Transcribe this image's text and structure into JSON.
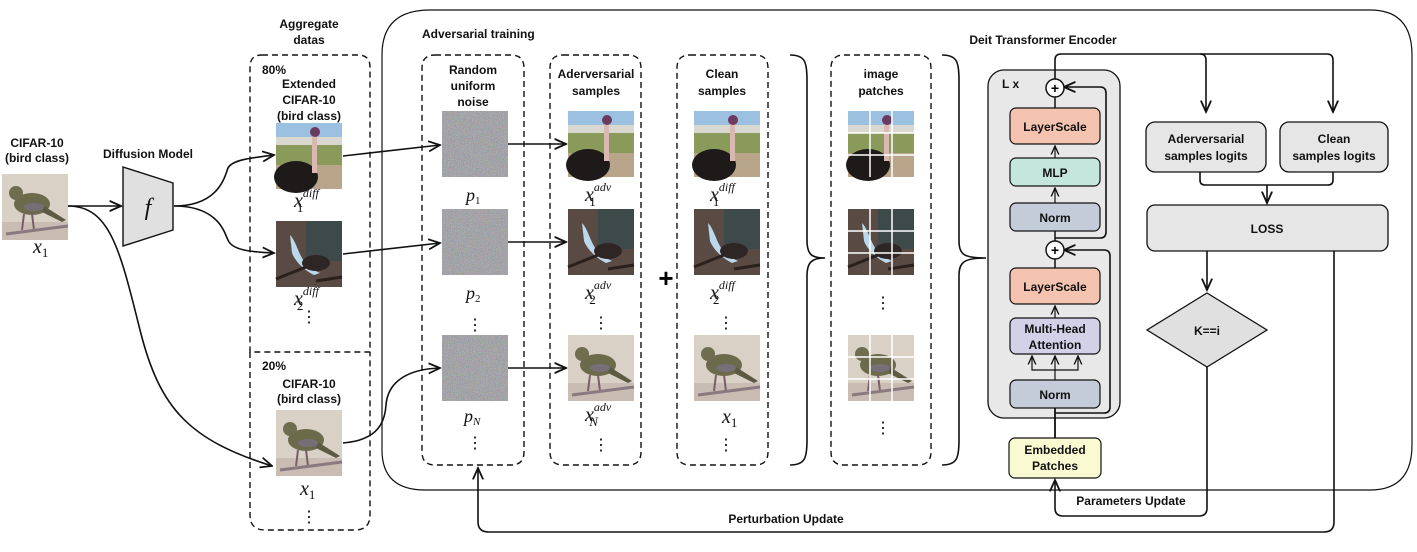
{
  "input": {
    "title_line1": "CIFAR-10",
    "title_line2": "(bird class)",
    "var": "x",
    "var_sub": "1"
  },
  "diffusion": {
    "title": "Diffusion Model",
    "symbol": "f"
  },
  "aggregate": {
    "title_line1": "Aggregate",
    "title_line2": "datas",
    "top": {
      "percent": "80%",
      "title_line1": "Extended",
      "title_line2": "CIFAR-10",
      "title_line3": "(bird class)",
      "items": [
        {
          "var": "x",
          "sub": "1",
          "sup": "diff"
        },
        {
          "var": "x",
          "sub": "2",
          "sup": "diff"
        }
      ]
    },
    "bottom": {
      "percent": "20%",
      "title_line1": "CIFAR-10",
      "title_line2": "(bird class)",
      "items": [
        {
          "var": "x",
          "sub": "1",
          "sup": ""
        }
      ]
    }
  },
  "adversarial_training": {
    "title": "Adversarial training",
    "noise": {
      "title_line1": "Random",
      "title_line2": "uniform",
      "title_line3": "noise",
      "items": [
        {
          "var": "p",
          "sub": "1"
        },
        {
          "var": "p",
          "sub": "2"
        },
        {
          "var": "p",
          "sub": "N"
        }
      ]
    },
    "adv_samples": {
      "title_line1": "Aderversarial",
      "title_line2": "samples",
      "items": [
        {
          "var": "x",
          "sub": "1",
          "sup": "adv"
        },
        {
          "var": "x",
          "sub": "2",
          "sup": "adv"
        },
        {
          "var": "x",
          "sub": "N",
          "sup": "adv"
        }
      ]
    },
    "plus": "+",
    "clean_samples": {
      "title_line1": "Clean",
      "title_line2": "samples",
      "items": [
        {
          "var": "x",
          "sub": "1",
          "sup": "diff"
        },
        {
          "var": "x",
          "sub": "2",
          "sup": "diff"
        },
        {
          "var": "x",
          "sub": "1",
          "sup": ""
        }
      ]
    },
    "patches": {
      "title_line1": "image",
      "title_line2": "patches"
    }
  },
  "encoder": {
    "title": "Deit Transformer Encoder",
    "repeat_label": "L x",
    "blocks": {
      "layerscale_top": "LayerScale",
      "mlp": "MLP",
      "norm_top": "Norm",
      "layerscale_bottom": "LayerScale",
      "mha_line1": "Multi-Head",
      "mha_line2": "Attention",
      "norm_bottom": "Norm"
    },
    "add_symbol": "+",
    "embedded_line1": "Embedded",
    "embedded_line2": "Patches"
  },
  "outputs": {
    "adv_logits_line1": "Aderversarial",
    "adv_logits_line2": "samples logits",
    "clean_logits_line1": "Clean",
    "clean_logits_line2": "samples logits",
    "loss": "LOSS",
    "decision": "K==i",
    "parameters_update": "Parameters Update",
    "perturbation_update": "Perturbation Update"
  },
  "colors": {
    "layerscale": "#f5c4b0",
    "mlp": "#c5e6dc",
    "norm": "#c3ccd8",
    "mha": "#d3d1e8",
    "embedded": "#fafad2",
    "encoder_bg": "#e8e8e8",
    "logits_bg": "#e6e6e6",
    "diffusion_fill": "#e0e0e0"
  }
}
